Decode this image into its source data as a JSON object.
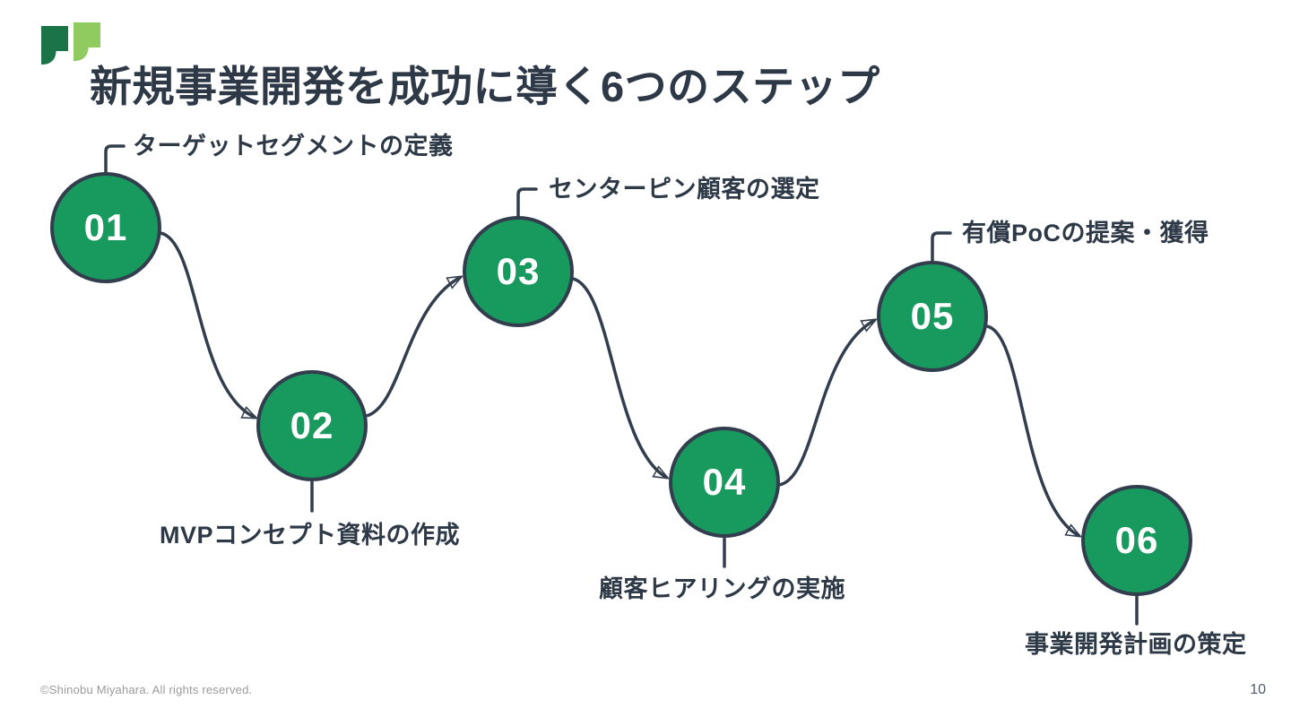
{
  "slide": {
    "title": "新規事業開発を成功に導く6つのステップ",
    "steps": [
      {
        "number": "01",
        "label": "ターゲットセグメントの定義",
        "label_position": "top"
      },
      {
        "number": "02",
        "label": "MVPコンセプト資料の作成",
        "label_position": "bottom"
      },
      {
        "number": "03",
        "label": "センターピン顧客の選定",
        "label_position": "top"
      },
      {
        "number": "04",
        "label": "顧客ヒアリングの実施",
        "label_position": "bottom"
      },
      {
        "number": "05",
        "label": "有償PoCの提案・獲得",
        "label_position": "top"
      },
      {
        "number": "06",
        "label": "事業開発計画の策定",
        "label_position": "bottom"
      }
    ],
    "footer": {
      "copyright": "©Shinobu Miyahara. All rights reserved.",
      "page_number": "10"
    },
    "colors": {
      "circle_fill": "#18995E",
      "line_navy": "#323D4D",
      "title_text": "#2E3947",
      "logo_dark_green": "#1B7448",
      "logo_light_green": "#8FCB5F",
      "footer_gray": "#9B9B9B"
    }
  }
}
